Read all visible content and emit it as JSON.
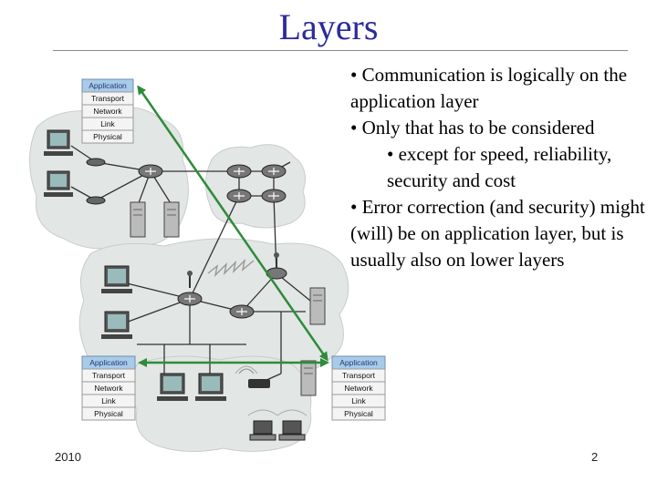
{
  "slide": {
    "title": "Layers",
    "bullets": [
      {
        "level": 1,
        "text": "• Communication is logically on the application layer"
      },
      {
        "level": 1,
        "text": "• Only that has to be considered"
      },
      {
        "level": 2,
        "text": "• except for speed, reliability, security and cost"
      },
      {
        "level": 1,
        "text": "• Error correction (and security) might (will) be on application layer, but is usually also on lower layers"
      }
    ],
    "footer_date": "2010",
    "page_number": "2"
  },
  "diagram": {
    "stack_layers": [
      "Application",
      "Transport",
      "Network",
      "Link",
      "Physical"
    ],
    "colors": {
      "title": "#2b2b9a",
      "logical_link": "#2e8b3a",
      "application_row": "#a9cbe8",
      "cloud": "#e2e6e4"
    },
    "icons": [
      "desktop-computer-icon",
      "router-icon",
      "server-icon",
      "wireless-access-point-icon",
      "laptop-icon"
    ]
  }
}
